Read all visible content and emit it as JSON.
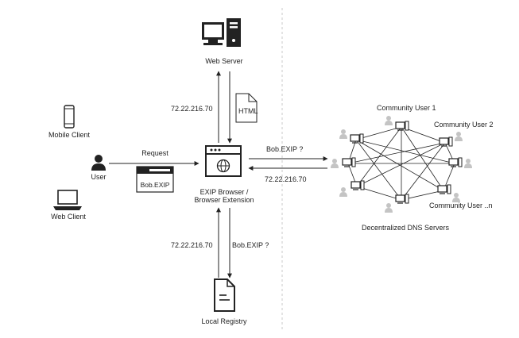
{
  "nodes": {
    "web_server": "Web Server",
    "mobile_client": "Mobile Client",
    "user": "User",
    "web_client": "Web Client",
    "browser_line1": "EXIP Browser /",
    "browser_line2": "Browser Extension",
    "local_registry": "Local Registry",
    "dns_servers": "Decentralized DNS Servers"
  },
  "documents": {
    "html_doc": "HTML",
    "bob_panel": "Bob.EXIP"
  },
  "edges": {
    "server_ip": "72.22.216.70",
    "request": "Request",
    "dns_query": "Bob.EXIP ?",
    "dns_response": "72.22.216.70",
    "registry_ip": "72.22.216.70",
    "registry_query": "Bob.EXIP ?"
  },
  "community": {
    "user_1": "Community User 1",
    "user_2": "Community User 2",
    "user_n": "Community User ..n"
  },
  "icons": [
    "server-icon",
    "mobile-phone-icon",
    "user-icon",
    "laptop-icon",
    "browser-icon",
    "document-icon",
    "community-node-icon"
  ],
  "colors": {
    "stroke": "#222222",
    "divider": "#c8c8c8",
    "user_gray": "#c4c4c4"
  }
}
